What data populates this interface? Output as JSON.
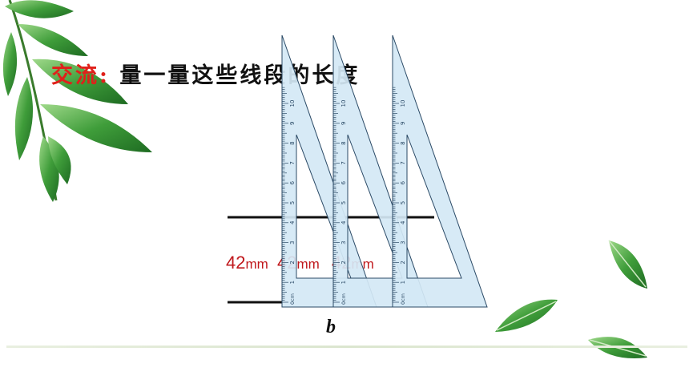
{
  "slide": {
    "heading_keyword": "交流:",
    "heading_text": "量一量这些线段的长度",
    "measurements": [
      {
        "value": "42",
        "unit": "mm"
      },
      {
        "value": "42",
        "unit": "mm"
      },
      {
        "value": "42",
        "unit": "mm"
      }
    ],
    "segment_label": "b"
  },
  "ruler": {
    "unit_label": "0cm",
    "numbers": [
      "1",
      "2",
      "3",
      "4",
      "5",
      "6",
      "7",
      "8",
      "9",
      "10"
    ]
  },
  "colors": {
    "keyword": "#e0201a",
    "measurement": "#c0181c",
    "ruler_fill": "#d4e8f5",
    "ruler_stroke": "#2b4a66",
    "leaf_dark": "#2f8a2e",
    "leaf_light": "#7cc86b"
  },
  "icons": [
    "leaf-branch-icon",
    "leaf-icon"
  ]
}
